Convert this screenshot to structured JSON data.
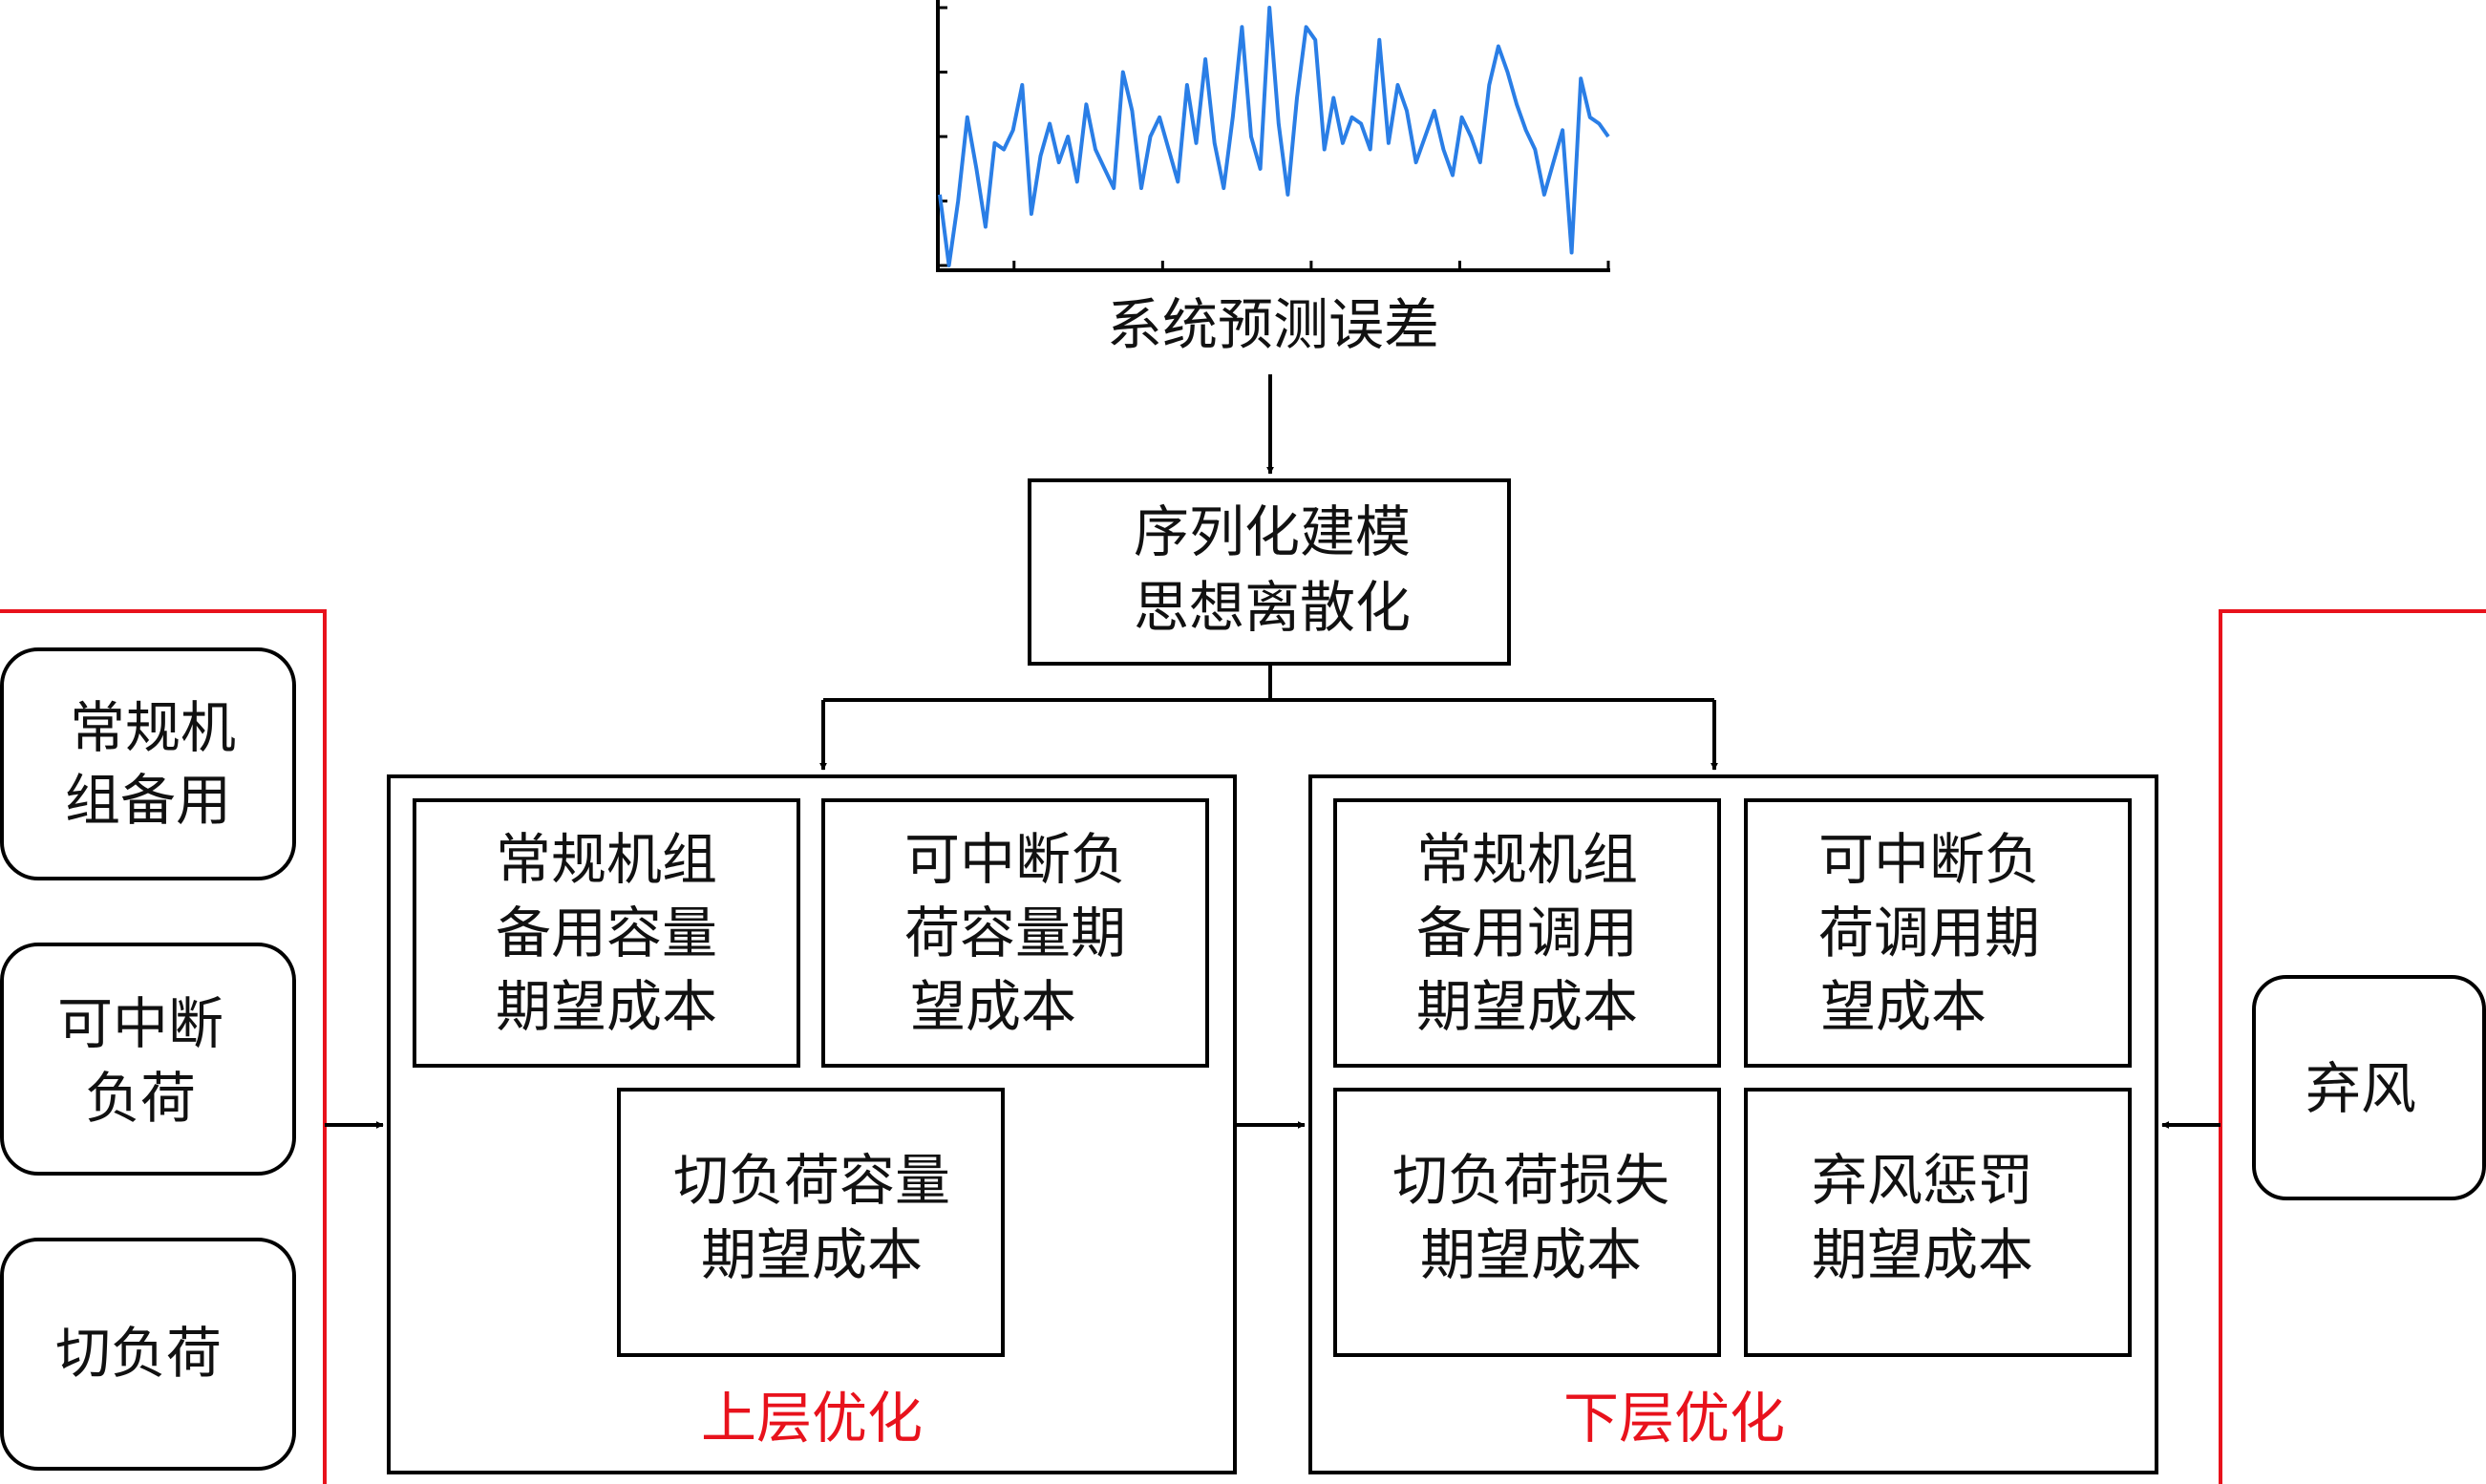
{
  "top_chart": {
    "xlabel": "系统预测误差",
    "line_color": "#2a7ee6",
    "chart_data": {
      "type": "line",
      "title": "",
      "xlabel": "系统预测误差",
      "ylabel": "",
      "ylim": [
        0,
        4
      ],
      "grid": false,
      "series": [
        {
          "values": [
            1.1,
            0.0,
            1.0,
            2.3,
            1.5,
            0.6,
            1.9,
            1.8,
            2.1,
            2.8,
            0.8,
            1.7,
            2.2,
            1.6,
            2.0,
            1.3,
            2.5,
            1.8,
            1.5,
            1.2,
            3.0,
            2.4,
            1.2,
            2.0,
            2.3,
            1.8,
            1.3,
            2.8,
            1.9,
            3.2,
            1.9,
            1.2,
            2.3,
            3.7,
            2.0,
            1.5,
            4.0,
            2.2,
            1.1,
            2.6,
            3.7,
            3.5,
            1.8,
            2.6,
            1.9,
            2.3,
            2.2,
            1.8,
            3.5,
            1.9,
            2.8,
            2.4,
            1.6,
            2.0,
            2.4,
            1.8,
            1.4,
            2.3,
            2.0,
            1.6,
            2.8,
            3.4,
            3.0,
            2.5,
            2.1,
            1.8,
            1.1,
            1.6,
            2.1,
            0.2,
            2.9,
            2.3,
            2.2,
            2.0
          ]
        }
      ]
    }
  },
  "seq_box": {
    "line1": "序列化建模",
    "line2": "思想离散化"
  },
  "left_items": [
    {
      "line1": "常规机",
      "line2": "组备用"
    },
    {
      "line1": "可中断",
      "line2": "负荷"
    },
    {
      "line1": "切负荷",
      "line2": ""
    }
  ],
  "right_item": {
    "label": "弃风"
  },
  "upper": {
    "title": "上层优化",
    "boxes": [
      {
        "lines": [
          "常规机组",
          "备用容量",
          "期望成本"
        ]
      },
      {
        "lines": [
          "可中断负",
          "荷容量期",
          "望成本"
        ]
      },
      {
        "lines": [
          "切负荷容量",
          "期望成本"
        ]
      }
    ]
  },
  "lower": {
    "title": "下层优化",
    "boxes": [
      {
        "lines": [
          "常规机组",
          "备用调用",
          "期望成本"
        ]
      },
      {
        "lines": [
          "可中断负",
          "荷调用期",
          "望成本"
        ]
      },
      {
        "lines": [
          "切负荷损失",
          "期望成本"
        ]
      },
      {
        "lines": [
          "弃风惩罚",
          "期望成本"
        ]
      }
    ]
  },
  "colors": {
    "accent_red": "#e8121c",
    "series_blue": "#2a7ee6"
  }
}
